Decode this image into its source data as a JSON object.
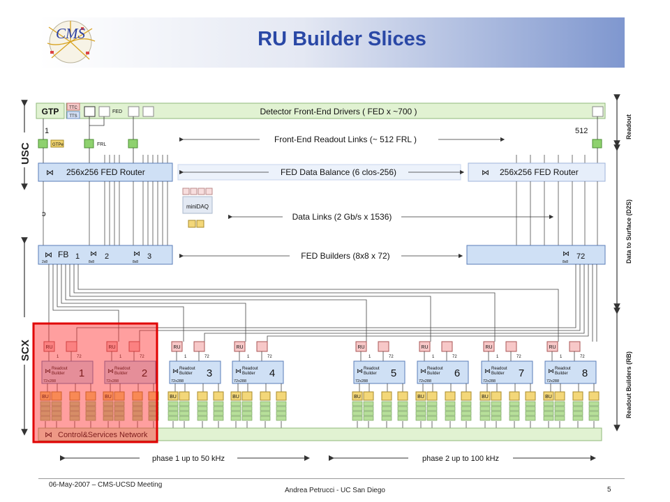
{
  "slide": {
    "title": "RU Builder Slices",
    "logo_text": "CMS",
    "footer_left": "06-May-2007 – CMS-UCSD Meeting",
    "footer_center": "Andrea Petrucci - UC San Diego",
    "page_number": "5"
  },
  "diagram": {
    "side_labels": {
      "usc": "USC",
      "scx": "SCX"
    },
    "right_labels": {
      "readout": "Readout",
      "d2s": "Data to Surface (D2S)",
      "rb": "Readout Builders (RB)"
    },
    "top": {
      "gtp": "GTP",
      "ttc": "TTC",
      "tts": "TTS",
      "fed": "FED",
      "fed_drivers": "Detector Front-End Drivers ( FED x ~700 )",
      "num_1": "1",
      "num_512": "512",
      "gtpe": "GTPe",
      "frl": "FRL",
      "frl_links": "Front-End Readout Links (~ 512 FRL )"
    },
    "routers": {
      "left": "256x256 FED Router",
      "right": "256x256 FED Router",
      "balance": "FED Data Balance (6  clos-256)",
      "minidaq": "miniDAQ",
      "data_links": "Data Links (2 Gb/s x 1536)"
    },
    "fed_builders": {
      "fb": "FB",
      "fb1": "1",
      "fb2": "2",
      "fb3": "3",
      "fb72": "72",
      "size": "2x8",
      "size2": "8x8",
      "label": "FED Builders (8x8 x 72)"
    },
    "readout_builders": {
      "ru": "RU",
      "bu": "BU",
      "ru_1": "1",
      "ru_72": "72",
      "rb_label": "Readout Builder",
      "rb_size": "72x288",
      "numbers": [
        "1",
        "2",
        "3",
        "4",
        "5",
        "6",
        "7",
        "8"
      ]
    },
    "network": "Control&Services Network",
    "phase1": "phase 1 up to 50 kHz",
    "phase2": "phase 2 up to 100 kHz"
  }
}
